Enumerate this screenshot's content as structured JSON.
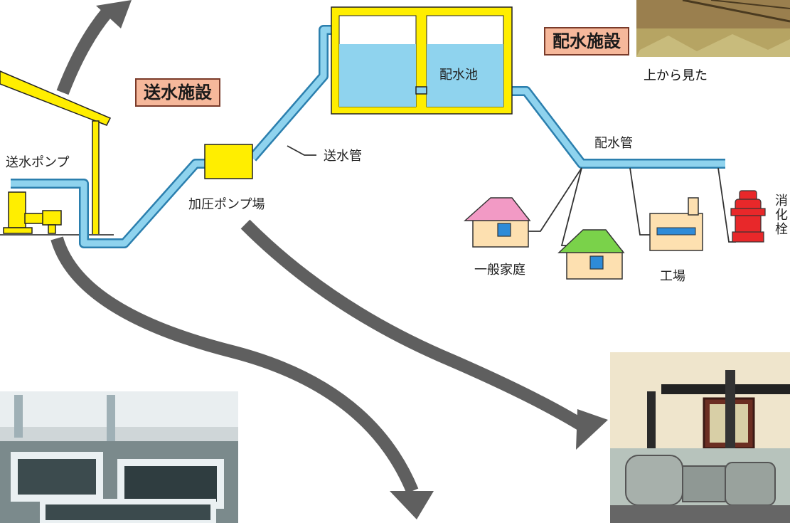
{
  "labels": {
    "sosui_shisetsu": "送水施設",
    "haisui_shisetsu": "配水施設",
    "ue_kara_mita": "上から見た",
    "sosui_pump": "送水ポンプ",
    "kaatsu_pump_jo": "加圧ポンプ場",
    "sosui_kan": "送水管",
    "haisui_chi": "配水池",
    "haisui_kan": "配水管",
    "ippan_katei": "一般家庭",
    "kojo": "工場",
    "shokasen": "消化栓"
  },
  "colors": {
    "water": "#8fd3ee",
    "water_outline": "#2b7fae",
    "yellow": "#ffee00",
    "badge_bg": "#f6b89b",
    "arrow": "#5f5f5f",
    "hydrant": "#e8282a"
  }
}
